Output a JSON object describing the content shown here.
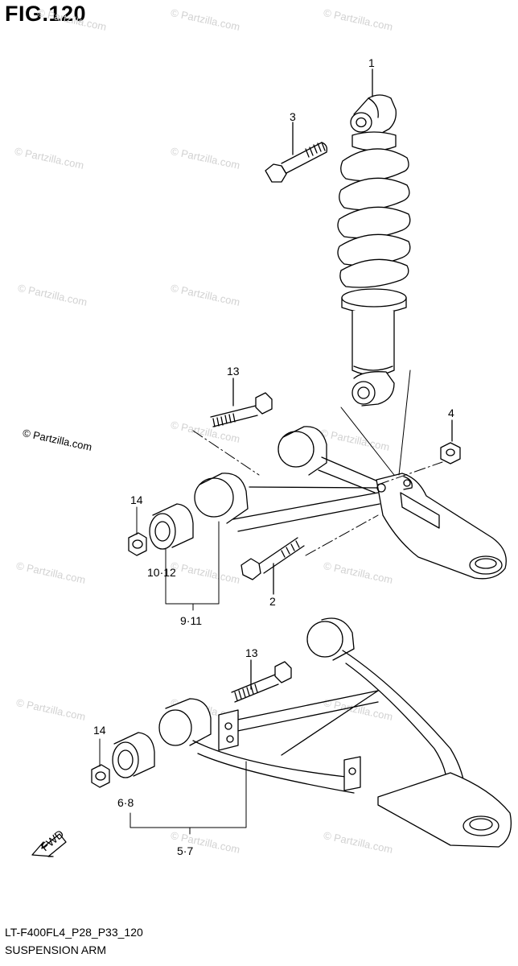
{
  "figure": {
    "title": "FIG.120",
    "code": "LT-F400FL4_P28_P33_120",
    "name": "SUSPENSION ARM"
  },
  "watermark": {
    "text": "© Partzilla.com",
    "faint_text": "© Partzilla.com"
  },
  "callouts": {
    "c1": "1",
    "c2": "2",
    "c3": "3",
    "c4": "4",
    "c13a": "13",
    "c13b": "13",
    "c14a": "14",
    "c14b": "14",
    "c10_12": "10·12",
    "c9_11": "9·11",
    "c6_8": "6·8",
    "c5_7": "5·7"
  },
  "fwd_label": "FWD",
  "colors": {
    "line": "#000000",
    "watermark": "#d2d2d2"
  }
}
